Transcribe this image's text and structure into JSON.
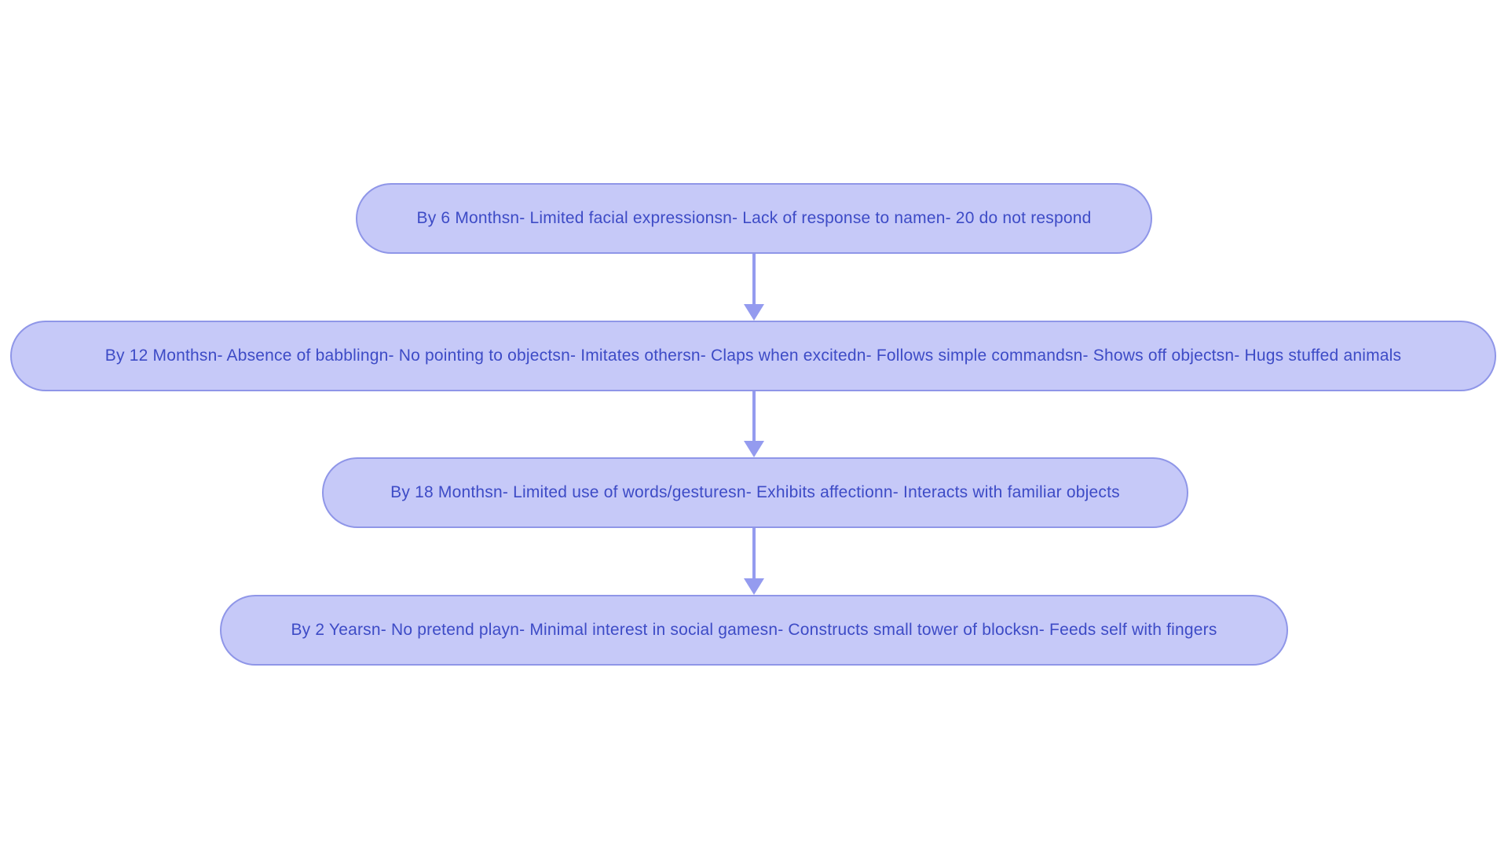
{
  "flowchart": {
    "type": "flowchart",
    "direction": "top-down",
    "background_color": "#ffffff",
    "node_fill_color": "#c6c9f8",
    "node_border_color": "#8f96e8",
    "node_text_color": "#3d4bc6",
    "arrow_color": "#949bef",
    "nodes": [
      {
        "id": "by-6-months",
        "text": "By 6 Monthsn- Limited facial expressionsn- Lack of response to namen- 20 do not respond"
      },
      {
        "id": "by-12-months",
        "text": "By 12 Monthsn- Absence of babblingn- No pointing to objectsn- Imitates othersn- Claps when excitedn- Follows simple commandsn- Shows off objectsn- Hugs stuffed animals"
      },
      {
        "id": "by-18-months",
        "text": "By 18 Monthsn- Limited use of words/gesturesn- Exhibits affectionn- Interacts with familiar objects"
      },
      {
        "id": "by-2-years",
        "text": "By 2 Yearsn- No pretend playn- Minimal interest in social gamesn- Constructs small tower of blocksn- Feeds self with fingers"
      }
    ],
    "edges": [
      {
        "from": "by-6-months",
        "to": "by-12-months"
      },
      {
        "from": "by-12-months",
        "to": "by-18-months"
      },
      {
        "from": "by-18-months",
        "to": "by-2-years"
      }
    ]
  }
}
